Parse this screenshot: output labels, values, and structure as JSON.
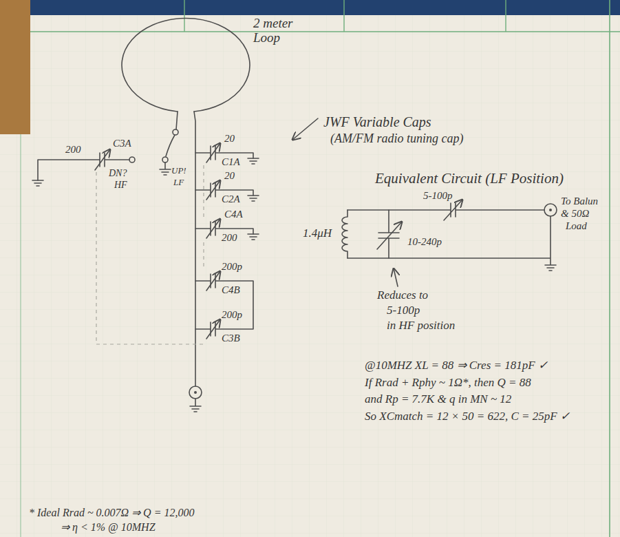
{
  "diagram": {
    "labels": [
      "2 meter Loop",
      "200",
      "C3A",
      "DN?",
      "HF",
      "UP!",
      "LF",
      "20",
      "C1A",
      "JWF Variable Caps",
      "(AM/FM radio tuning cap)",
      "20",
      "C2A",
      "Equivalent Circuit (LF Position)",
      "5-100p",
      "To Balun",
      "& 50Ω",
      "Load",
      "1.4μH",
      "10-240p",
      "C4A",
      "200",
      "Reduces to",
      "5-100p",
      "in HF position",
      "200p",
      "C4B",
      "200p",
      "C3B",
      "@10MHZ XL = 88 ⇒ Cres = 181pF ✓",
      "If Rrad + Rphy ~ 1Ω*, then Q = 88",
      "and Rp = 7.7K & q in MN ~ 12",
      "So XCmatch = 12 × 50 = 622, C = 25pF ✓",
      "* Ideal Rrad ~ 0.007Ω ⇒ Q = 12,000",
      "⇒ η < 1% @ 10MHZ"
    ]
  }
}
